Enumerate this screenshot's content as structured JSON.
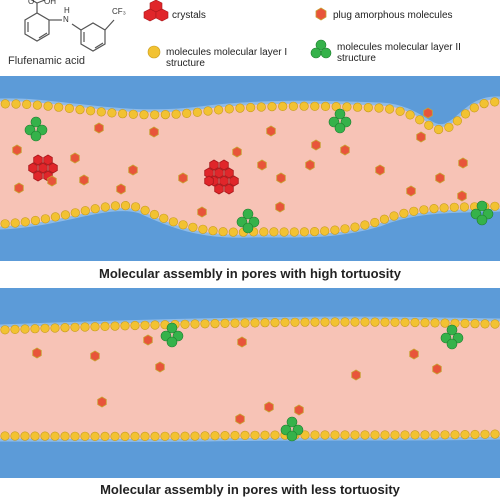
{
  "structure": {
    "name": "Flufenamic acid",
    "atoms": {
      "carboxyl": "OH",
      "carbonyl_o": "O",
      "amine": "N",
      "amine_h": "H",
      "cf3": "CF₃"
    }
  },
  "legend": {
    "crystals": "crystals",
    "plug": "plug amorphous molecules",
    "layer1_line1": "molecules molecular layer I",
    "layer1_line2": "structure",
    "layer2_line1": "molecules molecular layer II",
    "layer2_line2": "structure"
  },
  "captions": {
    "top": "Molecular assembly in pores with high tortuosity",
    "bottom": "Molecular assembly in pores with less tortuosity"
  },
  "colors": {
    "pore_fill": "#f7c3b6",
    "wall_fill": "#5c9bd8",
    "wall_edge": "#8ebbe8",
    "layer1": "#f2c232",
    "layer2": "#35b24a",
    "crystal": "#e0262a",
    "plug": "#e8543a"
  }
}
